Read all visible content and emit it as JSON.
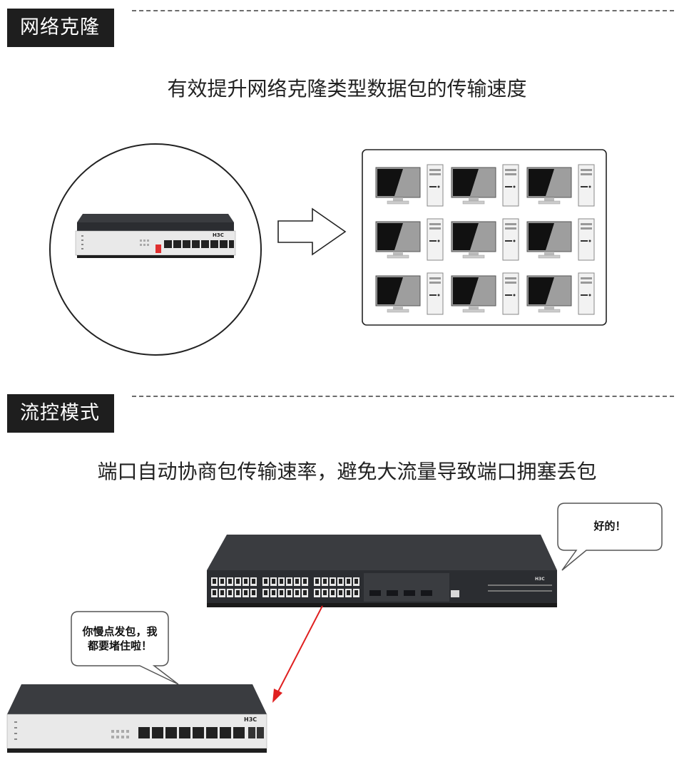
{
  "section1": {
    "tag": "网络克隆",
    "subtitle": "有效提升网络克隆类型数据包的传输速度",
    "clients": {
      "rows": 3,
      "cols": 3
    }
  },
  "section2": {
    "tag": "流控模式",
    "subtitle": "端口自动协商包传输速率，避免大流量导致端口拥塞丢包",
    "bubble_big": "好的！",
    "bubble_small_line1": "你慢点发包，我",
    "bubble_small_line2": "都要堵住啦！"
  },
  "colors": {
    "tag_bg": "#1e1e1e",
    "arrow_red": "#e02020",
    "device_dark": "#2b2d31"
  },
  "brand": "H3C"
}
